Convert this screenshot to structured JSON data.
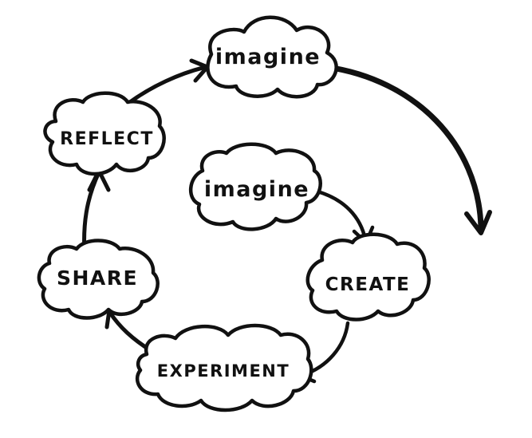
{
  "nodes": {
    "imagine_top": "imagine",
    "reflect": "REFLECT",
    "imagine_center": "imagine",
    "share": "SHARE",
    "create": "CREATE",
    "experiment": "EXPERIMENT"
  },
  "colors": {
    "ink": "#111111",
    "background": "#ffffff"
  }
}
